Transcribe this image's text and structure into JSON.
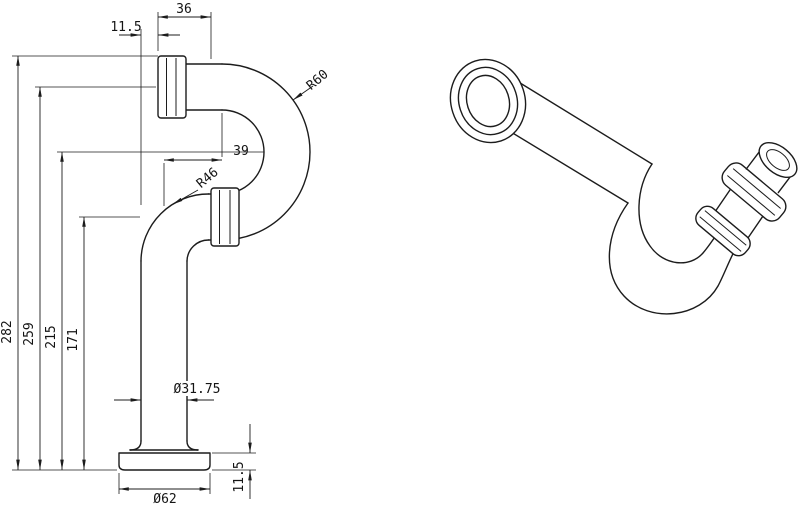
{
  "page": {
    "background": "#ffffff"
  },
  "drawing": {
    "description": "Two-view technical drawing of a sink P-trap drain pipe with wall flange",
    "line_color": "#1c1c1c",
    "dimensions": {
      "fitting_width": "36",
      "inlet_offset": "11.5",
      "bend_offset": "39",
      "outer_bend_radius": "R60",
      "elbow_radius": "R46",
      "overall_height": "282",
      "inlet_height": "259",
      "bend_center_height": "215",
      "outlet_height": "171",
      "pipe_diameter": "Ø31.75",
      "base_diameter": "Ø62",
      "base_height": "11.5"
    }
  }
}
